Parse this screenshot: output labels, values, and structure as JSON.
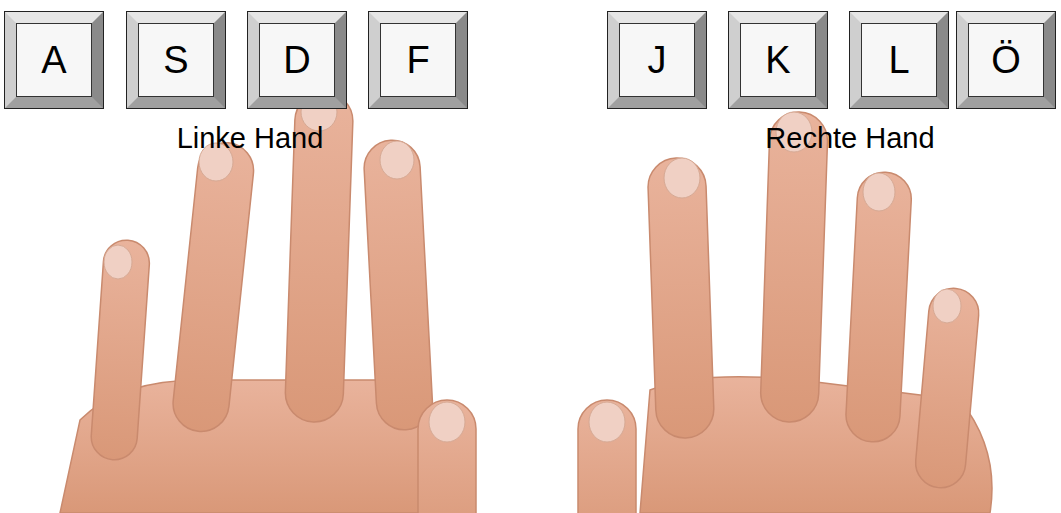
{
  "diagram": {
    "nodes": [
      {
        "text": [
          "A"
        ]
      },
      {
        "text": [
          "S"
        ]
      },
      {
        "text": [
          "D"
        ]
      },
      {
        "text": [
          "F"
        ]
      },
      {
        "text": [
          "J"
        ]
      },
      {
        "text": [
          "K"
        ]
      },
      {
        "text": [
          "L"
        ]
      },
      {
        "text": [
          "Ö"
        ]
      }
    ],
    "labels": [
      "Linke Hand",
      "Rechte Hand"
    ]
  }
}
